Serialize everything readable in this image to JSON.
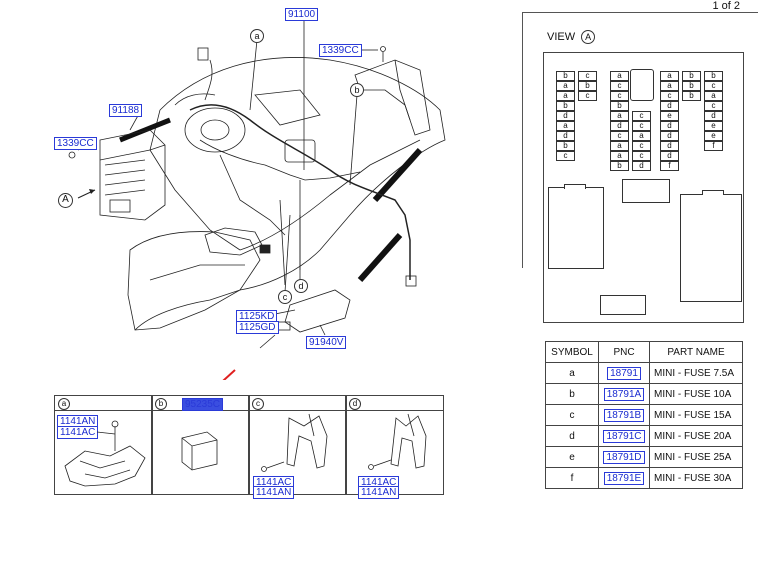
{
  "page": {
    "page_indicator": "1 of 2"
  },
  "main_diagram": {
    "callouts": {
      "a": "a",
      "b": "b",
      "c": "c",
      "d": "d",
      "A": "A"
    },
    "pnc_labels": {
      "p91100": "91100",
      "p1339cc_top": "1339CC",
      "p91188": "91188",
      "p1339cc_left": "1339CC",
      "p1125kd": "1125KD",
      "p1125gd": "1125GD",
      "p91940v": "91940V"
    }
  },
  "view": {
    "title": "VIEW",
    "callout": "A",
    "fuse_rows": [
      [
        "b",
        "c",
        "a",
        "",
        "a",
        "b",
        "b"
      ],
      [
        "a",
        "b",
        "c",
        "",
        "a",
        "b",
        "c"
      ],
      [
        "a",
        "c",
        "c",
        "",
        "c",
        "b",
        "a"
      ],
      [
        "b",
        "",
        "b",
        "",
        "d",
        "",
        "c"
      ],
      [
        "d",
        "",
        "a",
        "c",
        "e",
        "",
        "d"
      ],
      [
        "a",
        "",
        "d",
        "c",
        "d",
        "",
        "e"
      ],
      [
        "d",
        "",
        "c",
        "a",
        "d",
        "",
        "e"
      ],
      [
        "b",
        "",
        "a",
        "c",
        "d",
        "",
        "f"
      ],
      [
        "c",
        "",
        "a",
        "c",
        "d",
        "",
        ""
      ],
      [
        "",
        "",
        "b",
        "d",
        "f",
        "",
        ""
      ]
    ]
  },
  "parts_table": {
    "headers": [
      "SYMBOL",
      "PNC",
      "PART NAME"
    ],
    "rows": [
      {
        "symbol": "a",
        "pnc": "18791",
        "name": "MINI - FUSE 7.5A"
      },
      {
        "symbol": "b",
        "pnc": "18791A",
        "name": "MINI - FUSE 10A"
      },
      {
        "symbol": "c",
        "pnc": "18791B",
        "name": "MINI - FUSE 15A"
      },
      {
        "symbol": "d",
        "pnc": "18791C",
        "name": "MINI - FUSE 20A"
      },
      {
        "symbol": "e",
        "pnc": "18791D",
        "name": "MINI - FUSE 25A"
      },
      {
        "symbol": "f",
        "pnc": "18791E",
        "name": "MINI - FUSE 30A"
      }
    ]
  },
  "detail_panels": {
    "a": {
      "letter": "a",
      "pnc1": "1141AN",
      "pnc2": "1141AC"
    },
    "b": {
      "letter": "b",
      "pnc1": "95235C"
    },
    "c": {
      "letter": "c",
      "pnc1": "1141AC",
      "pnc2": "1141AN"
    },
    "d": {
      "letter": "d",
      "pnc1": "1141AC",
      "pnc2": "1141AN"
    }
  },
  "colors": {
    "pnc_text": "#1a2bd0",
    "highlight": "#3a4ee0",
    "arrow": "#e02020"
  }
}
